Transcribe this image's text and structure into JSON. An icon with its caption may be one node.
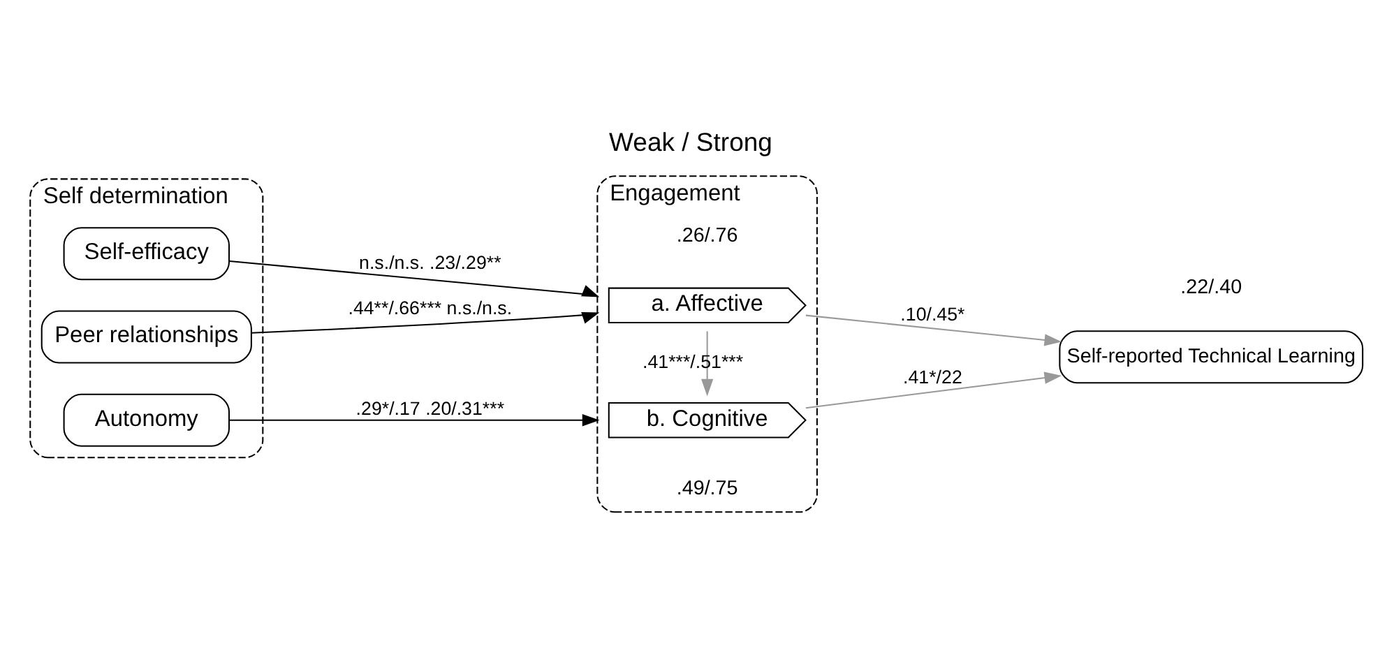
{
  "diagram": {
    "title": "Weak / Strong",
    "nodes": [
      {
        "text": [
          "Self determination"
        ]
      },
      {
        "text": [
          "Self-efficacy"
        ],
        "in": 0
      },
      {
        "text": [
          "Peer relationships"
        ],
        "in": 0
      },
      {
        "text": [
          "Autonomy"
        ],
        "in": 0
      },
      {
        "text": [
          "Engagement"
        ]
      },
      {
        "text": [
          "a. Affective"
        ],
        "in": 4,
        "beside": [
          ".26/.76"
        ]
      },
      {
        "text": [
          "b. Cognitive"
        ],
        "in": 4,
        "beside": [
          ".49/.75"
        ]
      },
      {
        "text": [
          "Self-reported Technical Learning"
        ],
        "beside": [
          ".22/.40"
        ]
      }
    ],
    "edges": [
      {
        "from": 1,
        "to": 4,
        "arrow": "to",
        "label": "n.s./n.s. .23/.29**"
      },
      {
        "from": 2,
        "to": 4,
        "arrow": "to",
        "label": ".44**/.66*** n.s./n.s."
      },
      {
        "from": 3,
        "to": 4,
        "arrow": "to",
        "label": ".29*/.17 .20/.31***"
      },
      {
        "from": 5,
        "to": 6,
        "arrow": "to",
        "label": ".41***/.51***",
        "color": "#999999"
      },
      {
        "from": 5,
        "to": 7,
        "arrow": "to",
        "label": ".10/.45*",
        "color": "#999999"
      },
      {
        "from": 6,
        "to": 7,
        "arrow": "to",
        "label": ".41*/22",
        "color": "#999999"
      }
    ]
  }
}
